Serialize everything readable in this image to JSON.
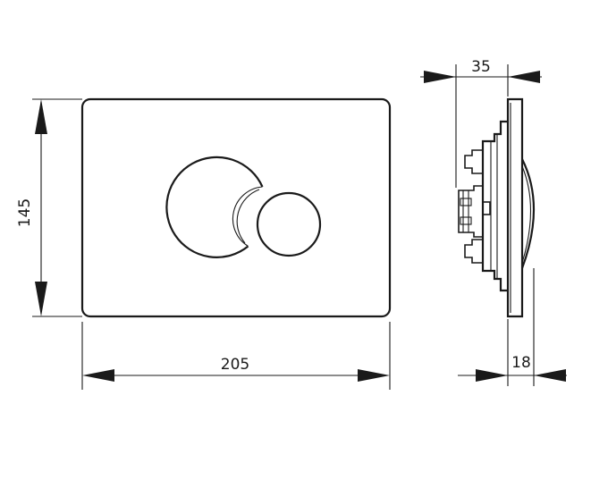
{
  "dimensions": {
    "height": "145",
    "width": "205",
    "depth_total": "35",
    "depth_plate": "18"
  }
}
